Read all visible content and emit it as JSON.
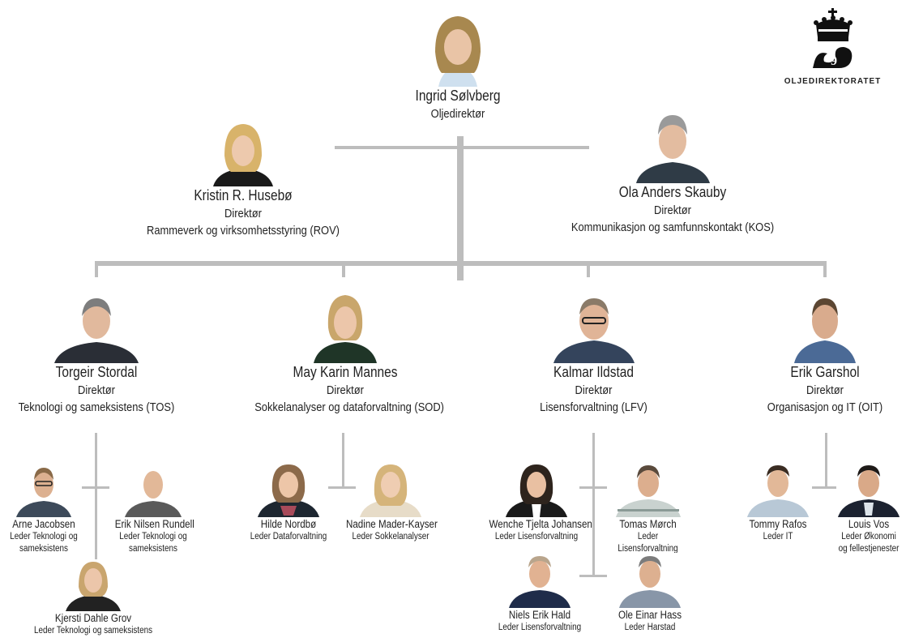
{
  "logo": {
    "text": "OLJEDIREKTORATET"
  },
  "top": {
    "name": "Ingrid Sølvberg",
    "title": "Oljedirektør"
  },
  "staff": [
    {
      "name": "Kristin R. Husebø",
      "title": "Direktør",
      "unit": "Rammeverk og virksomhetsstyring (ROV)"
    },
    {
      "name": "Ola Anders Skauby",
      "title": "Direktør",
      "unit": "Kommunikasjon og samfunnskontakt (KOS)"
    }
  ],
  "directors": [
    {
      "name": "Torgeir Stordal",
      "title": "Direktør",
      "unit": "Teknologi og sameksistens (TOS)"
    },
    {
      "name": "May Karin Mannes",
      "title": "Direktør",
      "unit": "Sokkelanalyser og dataforvaltning (SOD)"
    },
    {
      "name": "Kalmar Ildstad",
      "title": "Direktør",
      "unit": "Lisensforvaltning (LFV)"
    },
    {
      "name": "Erik Garshol",
      "title": "Direktør",
      "unit": "Organisasjon og IT (OIT)"
    }
  ],
  "leaders": {
    "tos": [
      {
        "name": "Arne Jacobsen",
        "role": "Leder Teknologi og sameksistens"
      },
      {
        "name": "Erik Nilsen Rundell",
        "role": "Leder Teknologi og sameksistens"
      },
      {
        "name": "Kjersti Dahle Grov",
        "role": "Leder Teknologi og sameksistens"
      }
    ],
    "sod": [
      {
        "name": "Hilde Nordbø",
        "role": "Leder Dataforvaltning"
      },
      {
        "name": "Nadine Mader-Kayser",
        "role": "Leder Sokkelanalyser"
      }
    ],
    "lfv": [
      {
        "name": "Wenche Tjelta Johansen",
        "role": "Leder Lisensforvaltning"
      },
      {
        "name": "Tomas Mørch",
        "role": "Leder Lisensforvaltning"
      },
      {
        "name": "Niels Erik Hald",
        "role": "Leder Lisensforvaltning"
      },
      {
        "name": "Ole Einar Hass",
        "role": "Leder Harstad"
      }
    ],
    "oit": [
      {
        "name": "Tommy Rafos",
        "role": "Leder IT"
      },
      {
        "name": "Louis Vos",
        "role": "Leder Økonomi og fellestjenester"
      }
    ]
  }
}
